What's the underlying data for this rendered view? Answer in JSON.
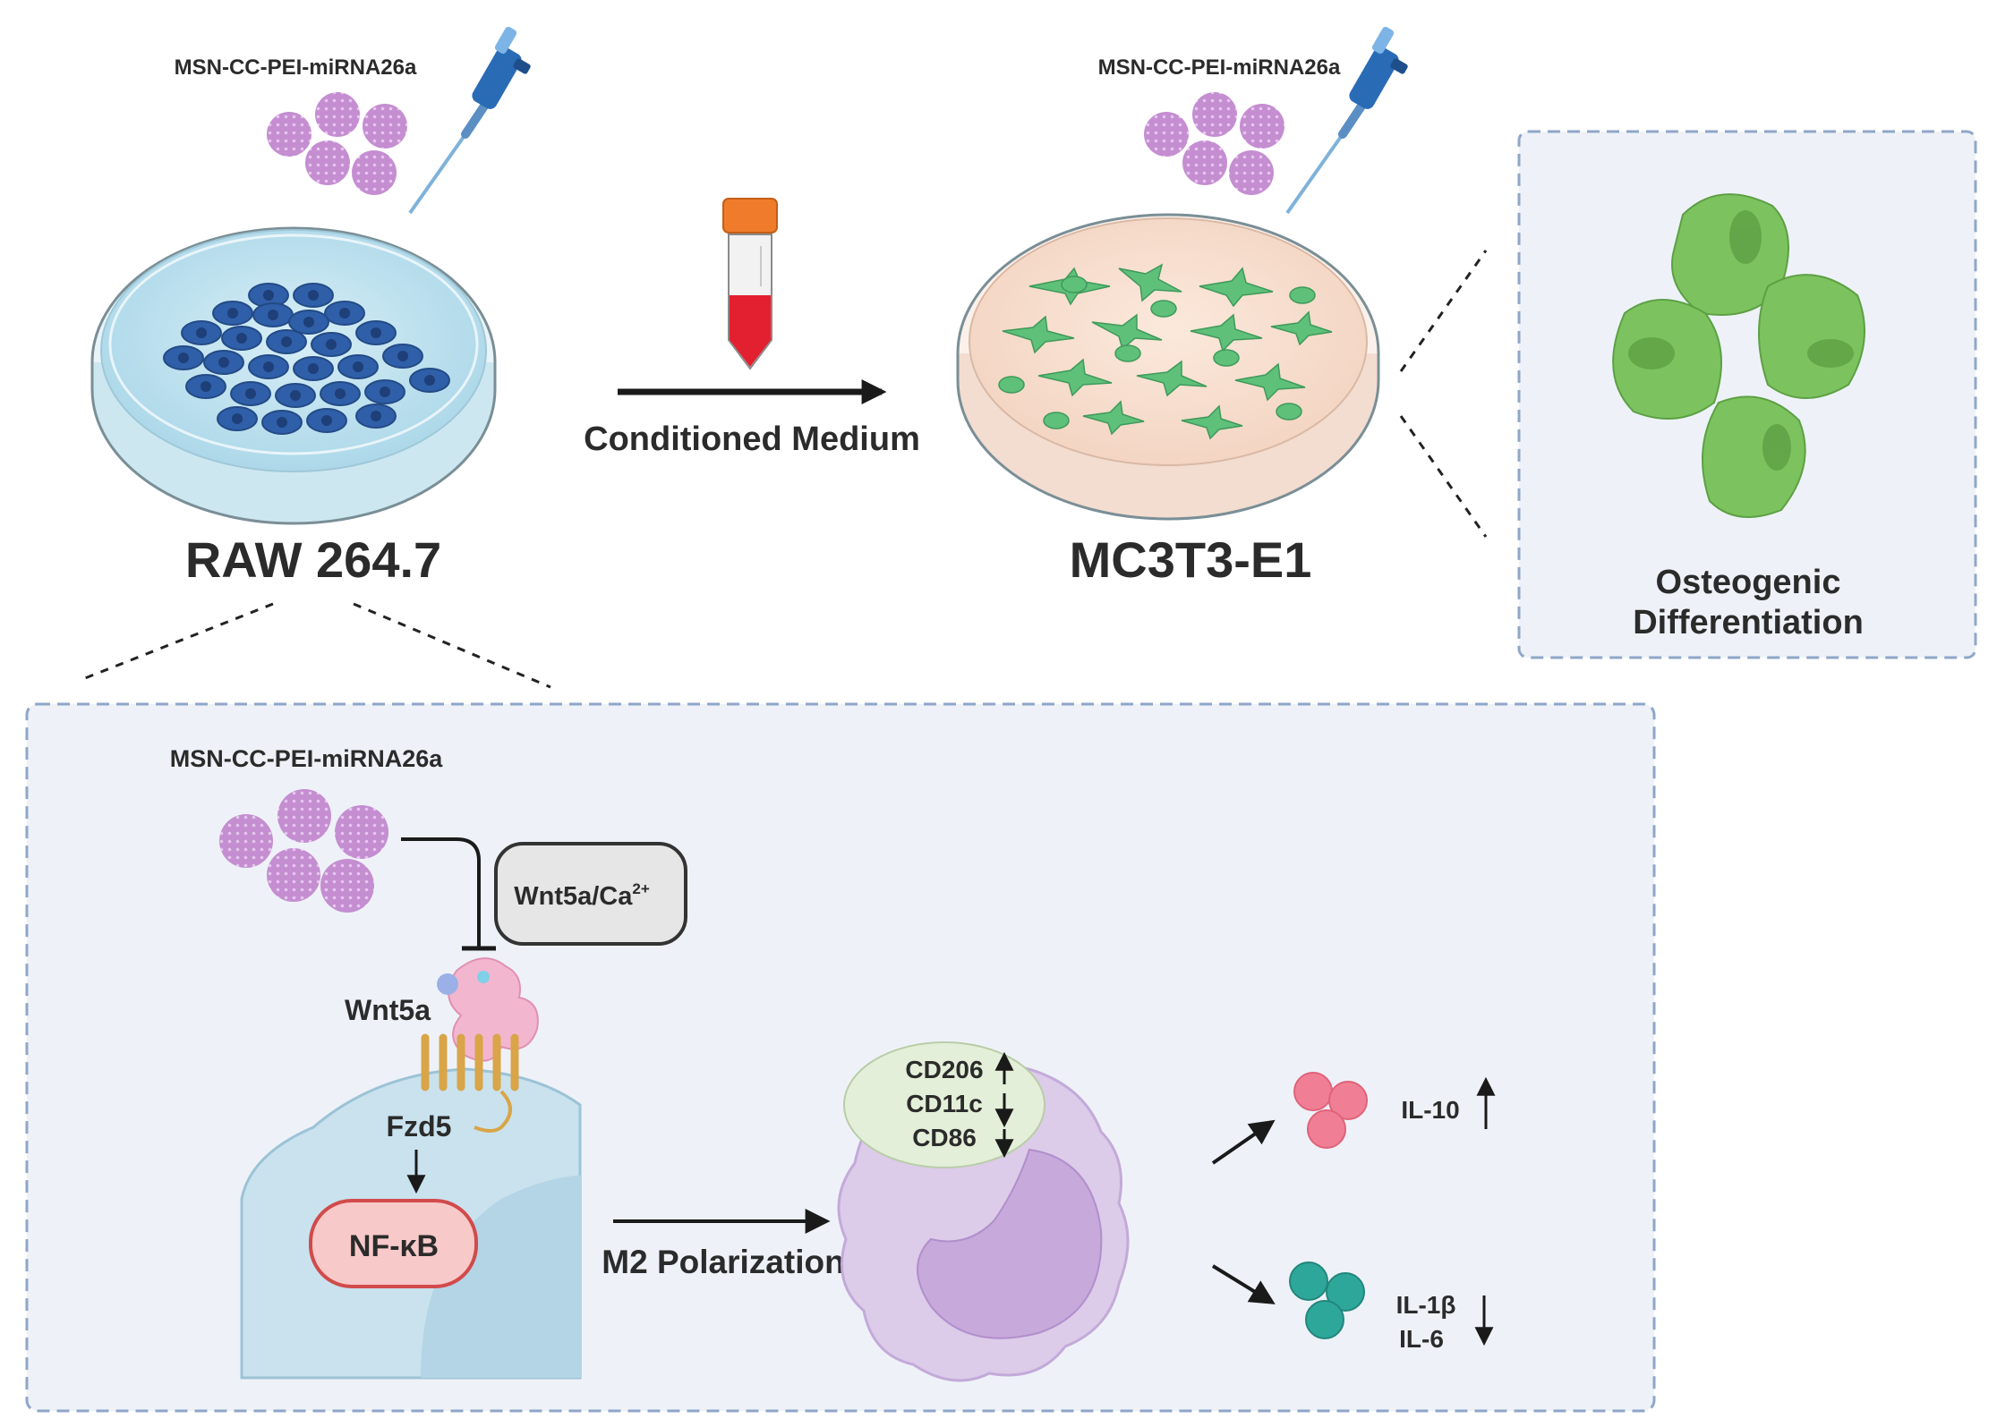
{
  "top": {
    "nanoparticle_label_left": "MSN-CC-PEI-miRNA26a",
    "nanoparticle_label_right": "MSN-CC-PEI-miRNA26a",
    "raw_label": "RAW 264.7",
    "mc3t3_label": "MC3T3-E1",
    "arrow_label": "Conditioned Medium",
    "osteo_line1": "Osteogenic",
    "osteo_line2": "Differentiation"
  },
  "pathway": {
    "nanoparticle_label": "MSN-CC-PEI-miRNA26a",
    "box_label": "Wnt5a/Ca",
    "box_superscript": "2+",
    "wnt5a_label": "Wnt5a",
    "fzd5_label": "Fzd5",
    "nfkb_label": "NF-κB",
    "polarization_label": "M2 Polarization",
    "markers": [
      "CD206",
      "CD11c",
      "CD86"
    ],
    "il10_label": "IL-10",
    "il1b_label": "IL-1β",
    "il6_label": "IL-6"
  },
  "colors": {
    "nanoparticle": "#c48ed1",
    "raw_cell": "#2f5fa8",
    "mc3t3_cell": "#5fc07a",
    "osteo_cell": "#7cc35f",
    "panel_bg": "#eef2f8",
    "panel_border": "#8fa6c8",
    "nfkb_fill": "#f8c9c9",
    "nfkb_stroke": "#d24a4a",
    "macrophage": "#d9c6e8",
    "il10": "#f07f95",
    "il1b": "#2ea79b"
  }
}
